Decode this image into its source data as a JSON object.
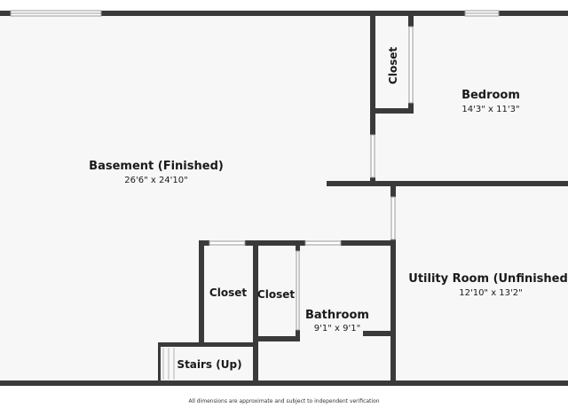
{
  "rooms": {
    "basement": {
      "name": "Basement (Finished)",
      "dimensions": "26'6\" x 24'10\""
    },
    "bedroom": {
      "name": "Bedroom",
      "dimensions": "14'3\" x 11'3\""
    },
    "utility": {
      "name": "Utility Room (Unfinished)",
      "dimensions": "12'10\" x 13'2\""
    },
    "bathroom": {
      "name": "Bathroom",
      "dimensions": "9'1\" x 9'1\""
    },
    "closet_bedroom": {
      "name": "Closet"
    },
    "closet_left": {
      "name": "Closet"
    },
    "closet_right": {
      "name": "Closet"
    },
    "stairs": {
      "name": "Stairs (Up)"
    }
  },
  "footer": {
    "disclaimer": "All dimensions are approximate and subject to independent verification"
  },
  "colors": {
    "wall": "#3a3a3a",
    "floor": "#f7f7f7",
    "window": "#ffffff"
  }
}
